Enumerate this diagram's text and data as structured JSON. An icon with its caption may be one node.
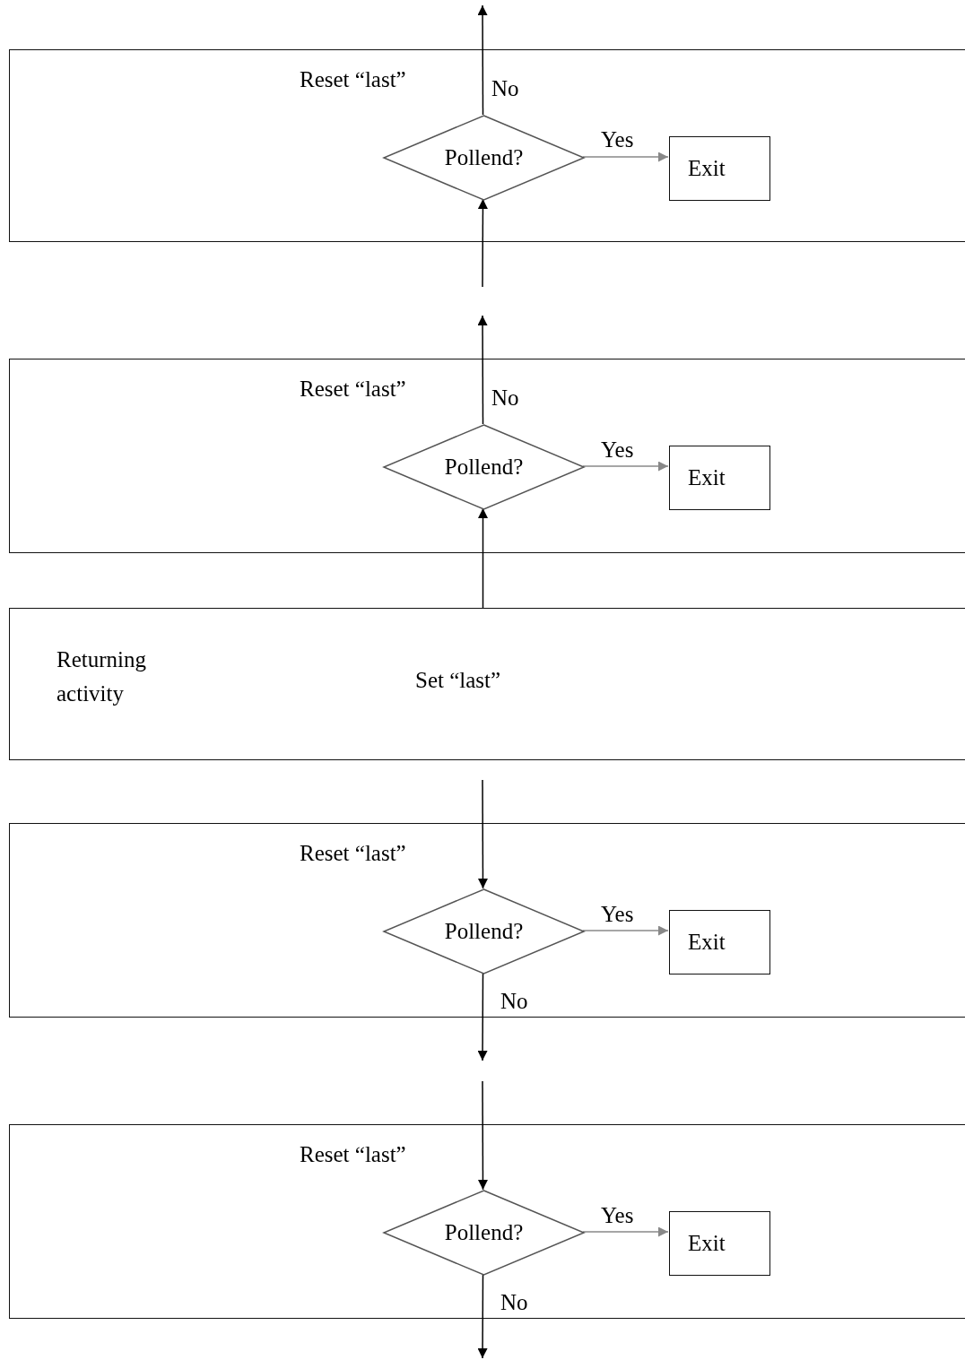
{
  "diagram": {
    "nodes": [
      {
        "text": [
          "Reset “last”"
        ]
      },
      {
        "text": [
          "Pollend?"
        ],
        "in": 0
      },
      {
        "text": [
          "Exit"
        ],
        "in": 0
      },
      {
        "text": [
          "Reset “last”"
        ]
      },
      {
        "text": [
          "Pollend?"
        ],
        "in": 3
      },
      {
        "text": [
          "Exit"
        ],
        "in": 3
      },
      {
        "text": [
          "Returning activity",
          "Set “last”"
        ]
      },
      {
        "text": [
          "Reset “last”"
        ]
      },
      {
        "text": [
          "Pollend?"
        ],
        "in": 7
      },
      {
        "text": [
          "Exit"
        ],
        "in": 7
      },
      {
        "text": [
          "Reset “last”"
        ]
      },
      {
        "text": [
          "Pollend?"
        ],
        "in": 10
      },
      {
        "text": [
          "Exit"
        ],
        "in": 10
      }
    ],
    "edges": [
      {
        "from": 1,
        "to": null,
        "arrow": "to",
        "label": "No"
      },
      {
        "from": null,
        "to": 1,
        "arrow": "to"
      },
      {
        "from": 1,
        "to": 2,
        "arrow": "to",
        "label": "Yes",
        "color": "#888888"
      },
      {
        "from": 4,
        "to": null,
        "arrow": "to",
        "label": "No"
      },
      {
        "from": 6,
        "to": 4,
        "arrow": "to"
      },
      {
        "from": 4,
        "to": 5,
        "arrow": "to",
        "label": "Yes",
        "color": "#888888"
      },
      {
        "from": null,
        "to": 8,
        "arrow": "to"
      },
      {
        "from": 8,
        "to": null,
        "arrow": "to",
        "label": "No"
      },
      {
        "from": 8,
        "to": 9,
        "arrow": "to",
        "label": "Yes",
        "color": "#888888"
      },
      {
        "from": null,
        "to": 11,
        "arrow": "to"
      },
      {
        "from": 11,
        "to": null,
        "arrow": "to",
        "label": "No"
      },
      {
        "from": 11,
        "to": 12,
        "arrow": "to",
        "label": "Yes",
        "color": "#888888"
      }
    ]
  }
}
